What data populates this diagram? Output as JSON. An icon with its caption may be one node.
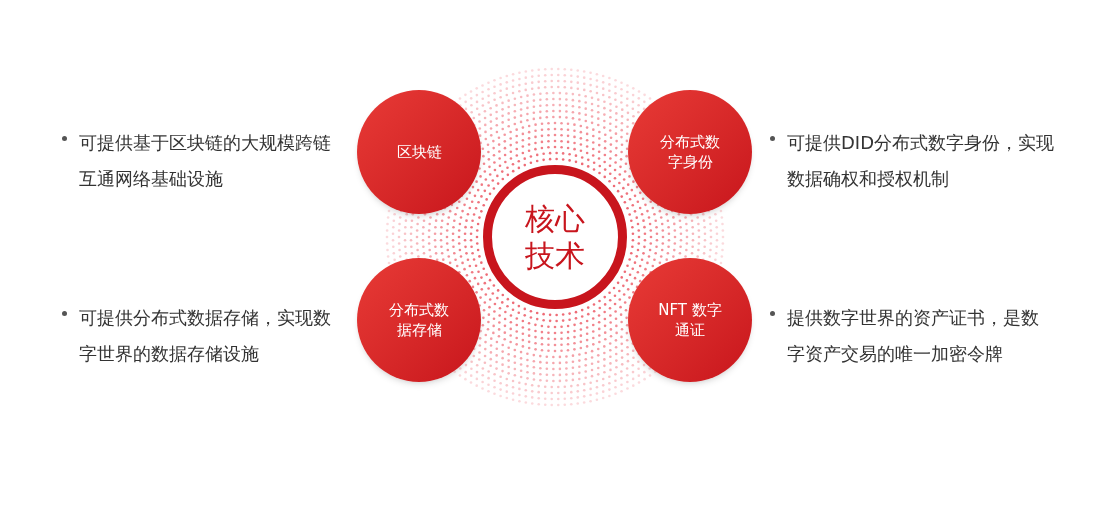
{
  "diagram": {
    "nodes": [
      {
        "text": [
          "核心技术"
        ]
      },
      {
        "text": [
          "区块链"
        ],
        "beside": [
          "可提供基于区块链的大规模跨链互通网络基础设施"
        ]
      },
      {
        "text": [
          "分布式数字身份"
        ],
        "beside": [
          "可提供DID分布式数字身份，实现数据确权和授权机制"
        ]
      },
      {
        "text": [
          "分布式数据存储"
        ],
        "beside": [
          "可提供分布式数据存储，实现数字世界的数据存储设施"
        ]
      },
      {
        "text": [
          "NFT 数字通证"
        ],
        "beside": [
          "提供数字世界的资产证书，是数字资产交易的唯一加密令牌"
        ]
      }
    ]
  }
}
